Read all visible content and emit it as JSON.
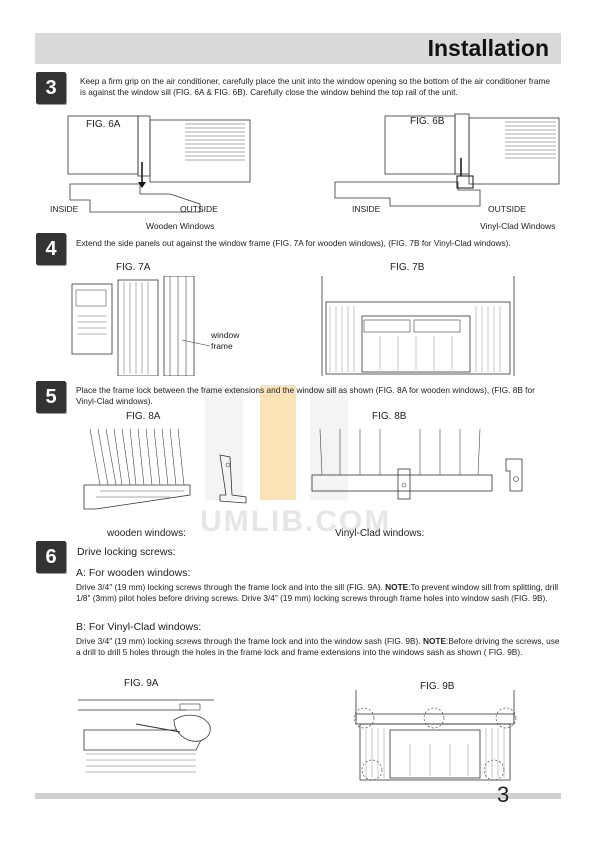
{
  "header": {
    "title": "Installation"
  },
  "steps": {
    "s3": {
      "number": "3",
      "text": "Keep a firm grip on the air conditioner, carefully place the unit into the window opening so the bottom of the air conditioner frame is against the window sill (FIG. 6A & FIG. 6B). Carefully close the window behind the top rail of the unit.",
      "fig_a": "FIG. 6A",
      "fig_b": "FIG. 6B",
      "inside_a": "INSIDE",
      "outside_a": "OUTSIDE",
      "inside_b": "INSIDE",
      "outside_b": "OUTSIDE",
      "caption_a": "Wooden Windows",
      "caption_b": "Vinyl-Clad Windows"
    },
    "s4": {
      "number": "4",
      "text": "Extend the side panels out against the window frame (FIG. 7A for wooden windows),  (FIG. 7B for Vinyl-Clad windows).",
      "fig_a": "FIG. 7A",
      "fig_b": "FIG. 7B",
      "window_frame_1": "window",
      "window_frame_2": "frame"
    },
    "s5": {
      "number": "5",
      "text": "Place the frame lock between the frame extensions and the window sill as shown (FIG. 8A for wooden windows), (FIG. 8B for Vinyl-Clad  windows).",
      "fig_a": "FIG. 8A",
      "fig_b": "FIG. 8B",
      "caption_a": "wooden windows:",
      "caption_b": "Vinyl-Clad windows:"
    },
    "s6": {
      "number": "6",
      "title": "Drive locking screws:",
      "a_title": "A: For wooden windows:",
      "a_text_1": "Drive 3/4″ (19 mm) locking screws through the frame lock and into the sill (FIG. 9A).",
      "a_note": "NOTE",
      "a_text_2": ":To prevent window sill from splitting, drill 1/8″ (3mm) pilot holes before driving screws. Drive 3/4″ (19 mm) locking screws through frame holes into window sash (FIG. 9B).",
      "b_title": "B: For Vinyl-Clad windows:",
      "b_text_1": "Drive 3/4″ (19 mm) locking screws through the frame lock and into the window sash (FIG. 9B).",
      "b_note": "NOTE",
      "b_text_2": ":Before driving the screws, use a drill to drill 5 holes through the holes in the frame lock and frame extensions into the windows sash as shown ( FIG. 9B).",
      "fig_a": "FIG. 9A",
      "fig_b": "FIG. 9B"
    }
  },
  "watermark": "UMLIB.COM",
  "footer": {
    "page_number": "3"
  },
  "colors": {
    "header_bg": "#d9d9d9",
    "step_badge": "#333333",
    "watermark": "#f5c97a"
  }
}
